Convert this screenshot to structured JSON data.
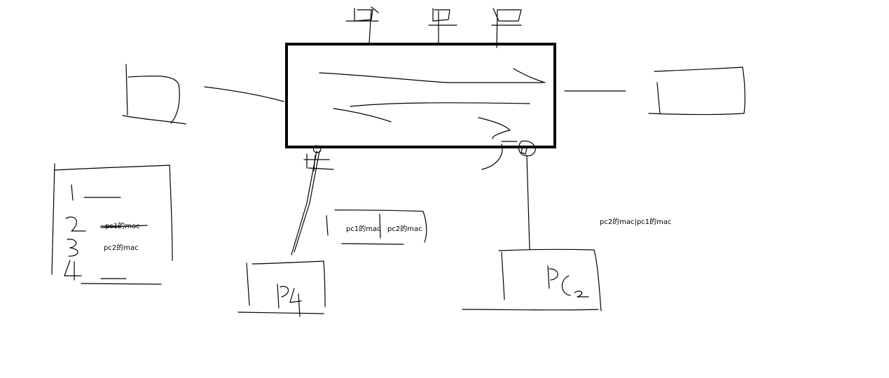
{
  "mac_table": {
    "row2": "pc1的mac",
    "row3": "pc2的mac"
  },
  "frame_pc1_to_pc2": {
    "dest": "pc1的mac",
    "src": "pc2的mac"
  },
  "frame_pc2_to_pc1": {
    "text": "pc2的mac|pc1的mac"
  }
}
